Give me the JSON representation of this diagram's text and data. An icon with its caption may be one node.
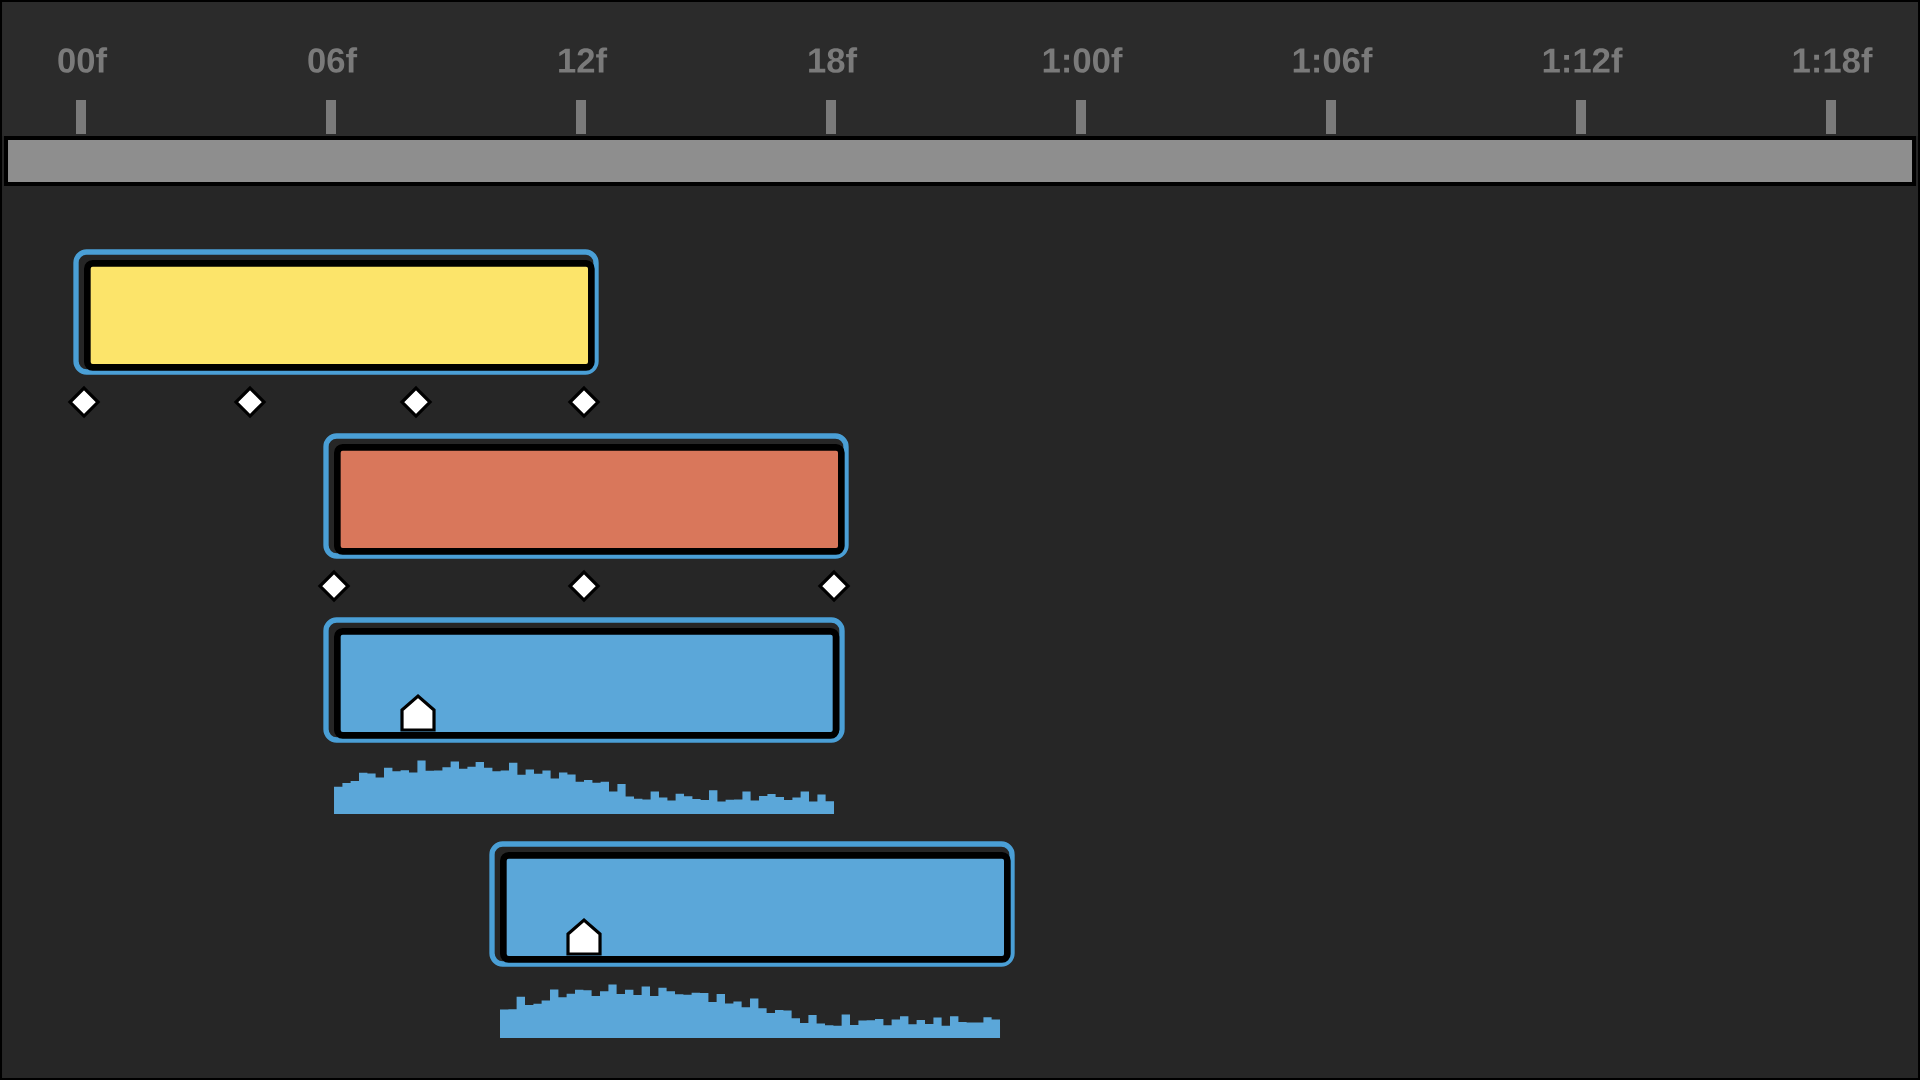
{
  "diagram": {
    "nodes": [
      {
        "text": [],
        "shape": "bar"
      },
      {
        "text": [],
        "shape": "bar"
      },
      {
        "text": [],
        "shape": "bar"
      },
      {
        "text": [],
        "shape": "bar"
      }
    ],
    "labels": [
      "00f",
      "06f",
      "12f",
      "18f",
      "1:00f",
      "1:06f",
      "1:12f",
      "1:18f"
    ]
  }
}
